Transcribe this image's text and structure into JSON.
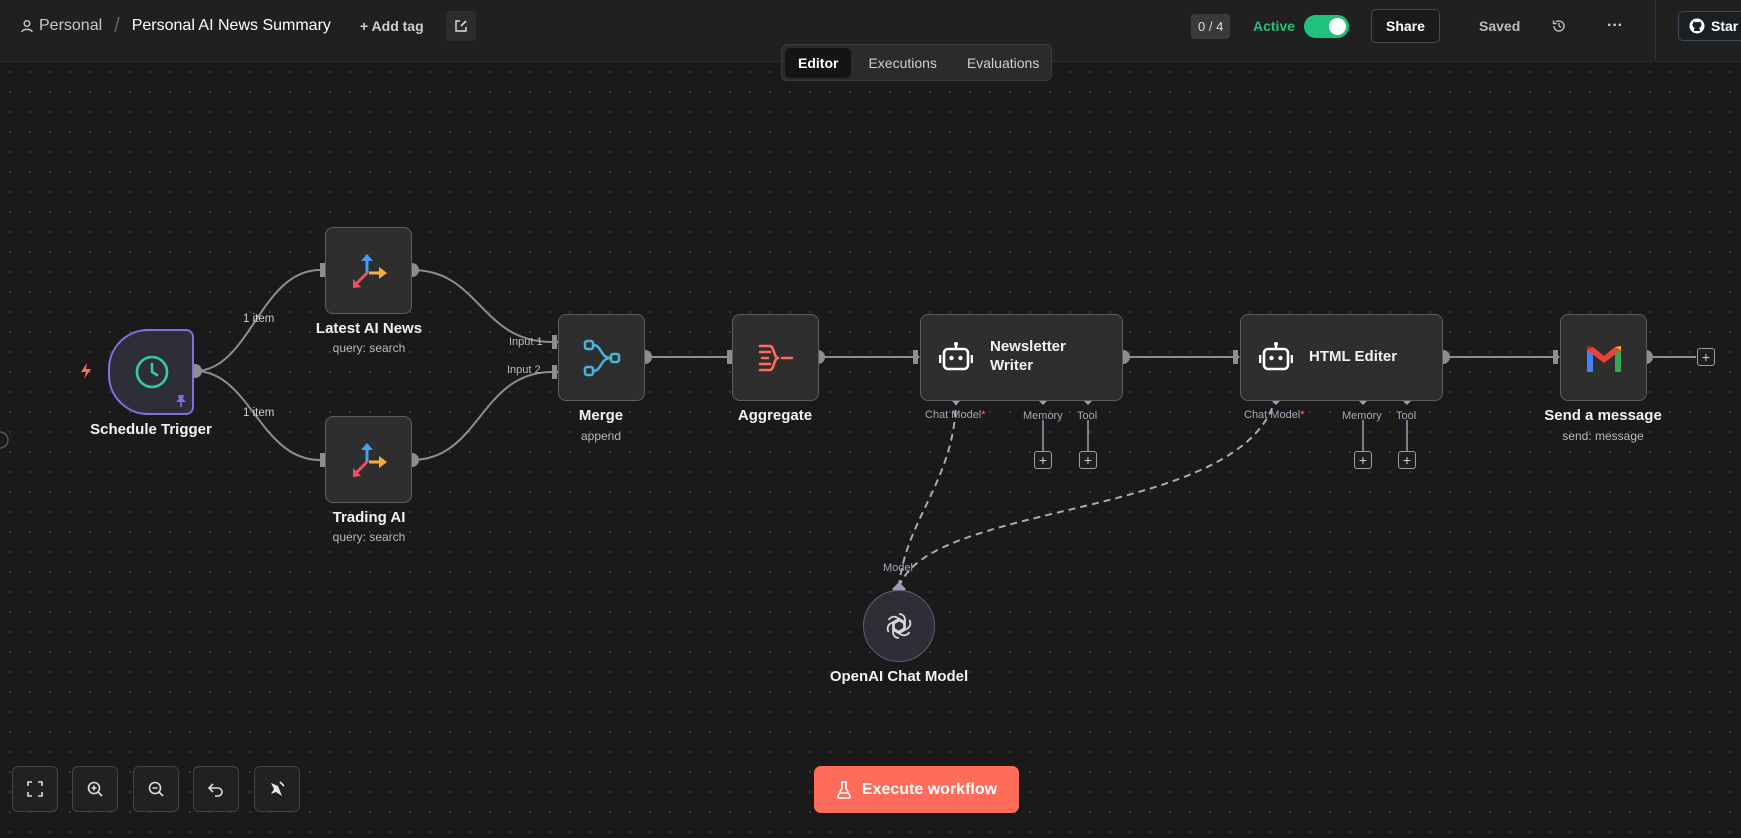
{
  "header": {
    "breadcrumb_project": "Personal",
    "breadcrumb_sep": "/",
    "workflow_title": "Personal AI News Summary",
    "add_tag": "+ Add tag",
    "counter": "0 / 4",
    "active_label": "Active",
    "share_label": "Share",
    "saved_label": "Saved",
    "more_label": "···",
    "star_label": "Star"
  },
  "tabs": [
    {
      "label": "Editor",
      "active": true
    },
    {
      "label": "Executions",
      "active": false
    },
    {
      "label": "Evaluations",
      "active": false
    }
  ],
  "nodes": {
    "schedule": {
      "label": "Schedule Trigger"
    },
    "latest_news": {
      "label": "Latest AI News",
      "subtitle": "query: search"
    },
    "trading": {
      "label": "Trading AI",
      "subtitle": "query: search"
    },
    "merge": {
      "label": "Merge",
      "subtitle": "append",
      "input1": "Input 1",
      "input2": "Input 2"
    },
    "aggregate": {
      "label": "Aggregate"
    },
    "newsletter": {
      "label_line1": "Newsletter",
      "label_line2": "Writer",
      "chat_model": "Chat Model",
      "memory": "Memory",
      "tool": "Tool"
    },
    "html_editer": {
      "label": "HTML Editer",
      "chat_model": "Chat Model",
      "memory": "Memory",
      "tool": "Tool"
    },
    "gmail": {
      "label": "Send a message",
      "subtitle": "send: message"
    },
    "openai": {
      "label": "OpenAI Chat Model",
      "model_port": "Model"
    }
  },
  "edges": {
    "upper_items": "1 item",
    "lower_items": "1 item",
    "required_mark": "*"
  },
  "footer": {
    "execute_label": "Execute workflow"
  },
  "colors": {
    "accent": "#ff6d5a",
    "active_green": "#1fc17b",
    "trigger_purple": "#8a6be0",
    "clock_teal": "#38c9a4",
    "merge_blue": "#45b6d8",
    "aggregate_red": "#ff6d5a"
  },
  "icons": {
    "user": "user-icon",
    "edit": "edit-icon",
    "history": "history-icon",
    "github": "github-icon",
    "fit": "fit-view-icon",
    "zoom_in": "zoom-in-icon",
    "zoom_out": "zoom-out-icon",
    "undo": "undo-icon",
    "tidy": "tidy-up-icon",
    "flask": "flask-icon"
  }
}
